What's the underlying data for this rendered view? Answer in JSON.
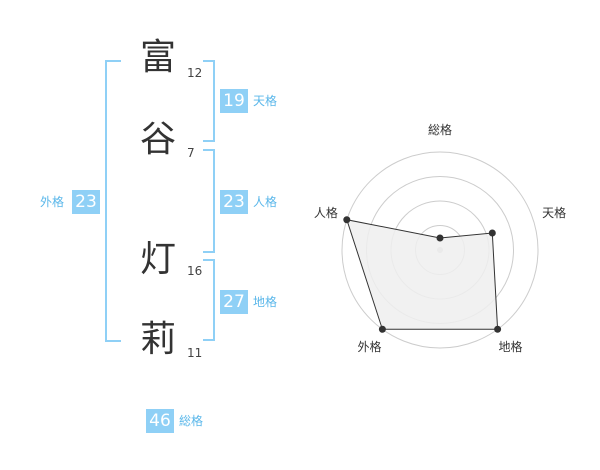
{
  "name": {
    "chars": [
      {
        "char": "富",
        "strokes": "12"
      },
      {
        "char": "谷",
        "strokes": "7"
      },
      {
        "char": "灯",
        "strokes": "16"
      },
      {
        "char": "莉",
        "strokes": "11"
      }
    ]
  },
  "fortune": {
    "tenkaku": {
      "value": "19",
      "label": "天格"
    },
    "jinkaku": {
      "value": "23",
      "label": "人格"
    },
    "chikaku": {
      "value": "27",
      "label": "地格"
    },
    "gaikaku": {
      "value": "23",
      "label": "外格"
    },
    "soukaku": {
      "value": "46",
      "label": "総格"
    }
  },
  "chart_data": {
    "type": "radar",
    "axes": [
      "総格",
      "天格",
      "地格",
      "外格",
      "人格"
    ],
    "values": [
      0.0,
      0.5,
      1.0,
      1.0,
      1.0
    ],
    "max": 1.0,
    "rings": 4,
    "colors": {
      "fill": "#efefef",
      "line": "#333333",
      "grid": "#cccccc"
    }
  }
}
